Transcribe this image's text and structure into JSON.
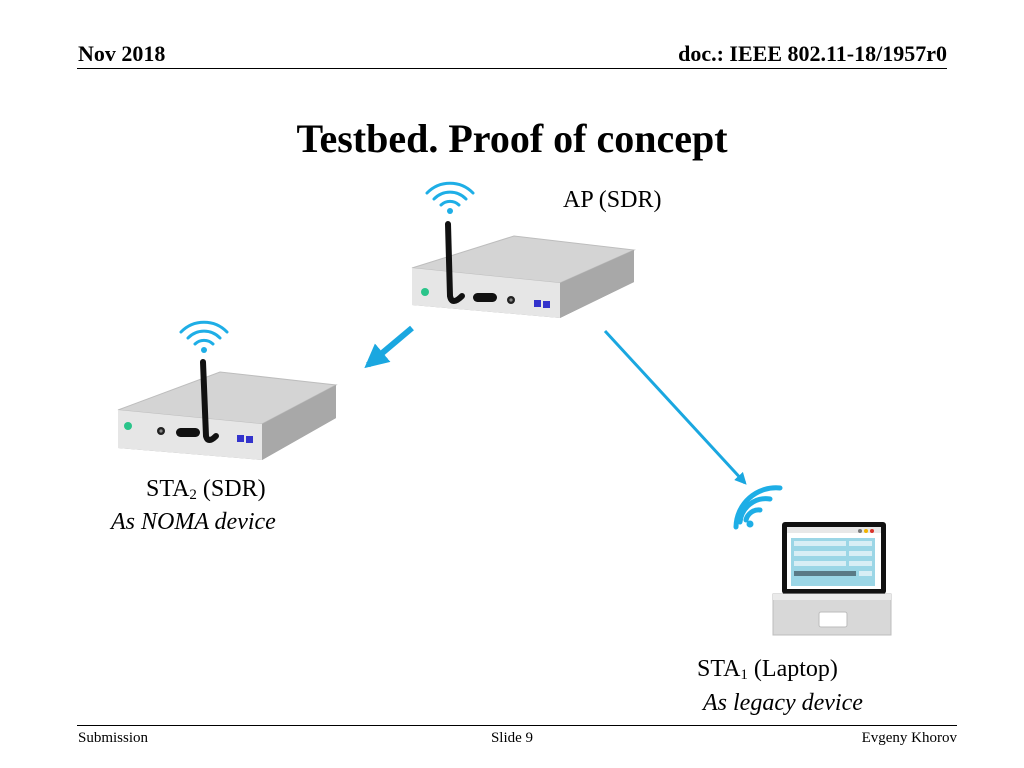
{
  "header": {
    "date": "Nov 2018",
    "doc": "doc.: IEEE 802.11-18/1957r0"
  },
  "title": "Testbed. Proof of concept",
  "ap": {
    "label": "AP (SDR)"
  },
  "sta2": {
    "name": "STA",
    "sub": "2",
    "suffix": " (SDR)",
    "description": "As NOMA device"
  },
  "sta1": {
    "name": "STA",
    "sub": "1",
    "suffix": " (Laptop)",
    "description": "As legacy device"
  },
  "footer": {
    "left": "Submission",
    "center": "Slide 9",
    "right": "Evgeny Khorov"
  },
  "icons": [
    "wifi-icon",
    "router-icon",
    "laptop-icon",
    "arrow-icon"
  ],
  "colors": {
    "arrow": "#1aa7e0",
    "wifi": "#1eaee6",
    "led": "#2ac48a",
    "port": "#3333cc"
  }
}
